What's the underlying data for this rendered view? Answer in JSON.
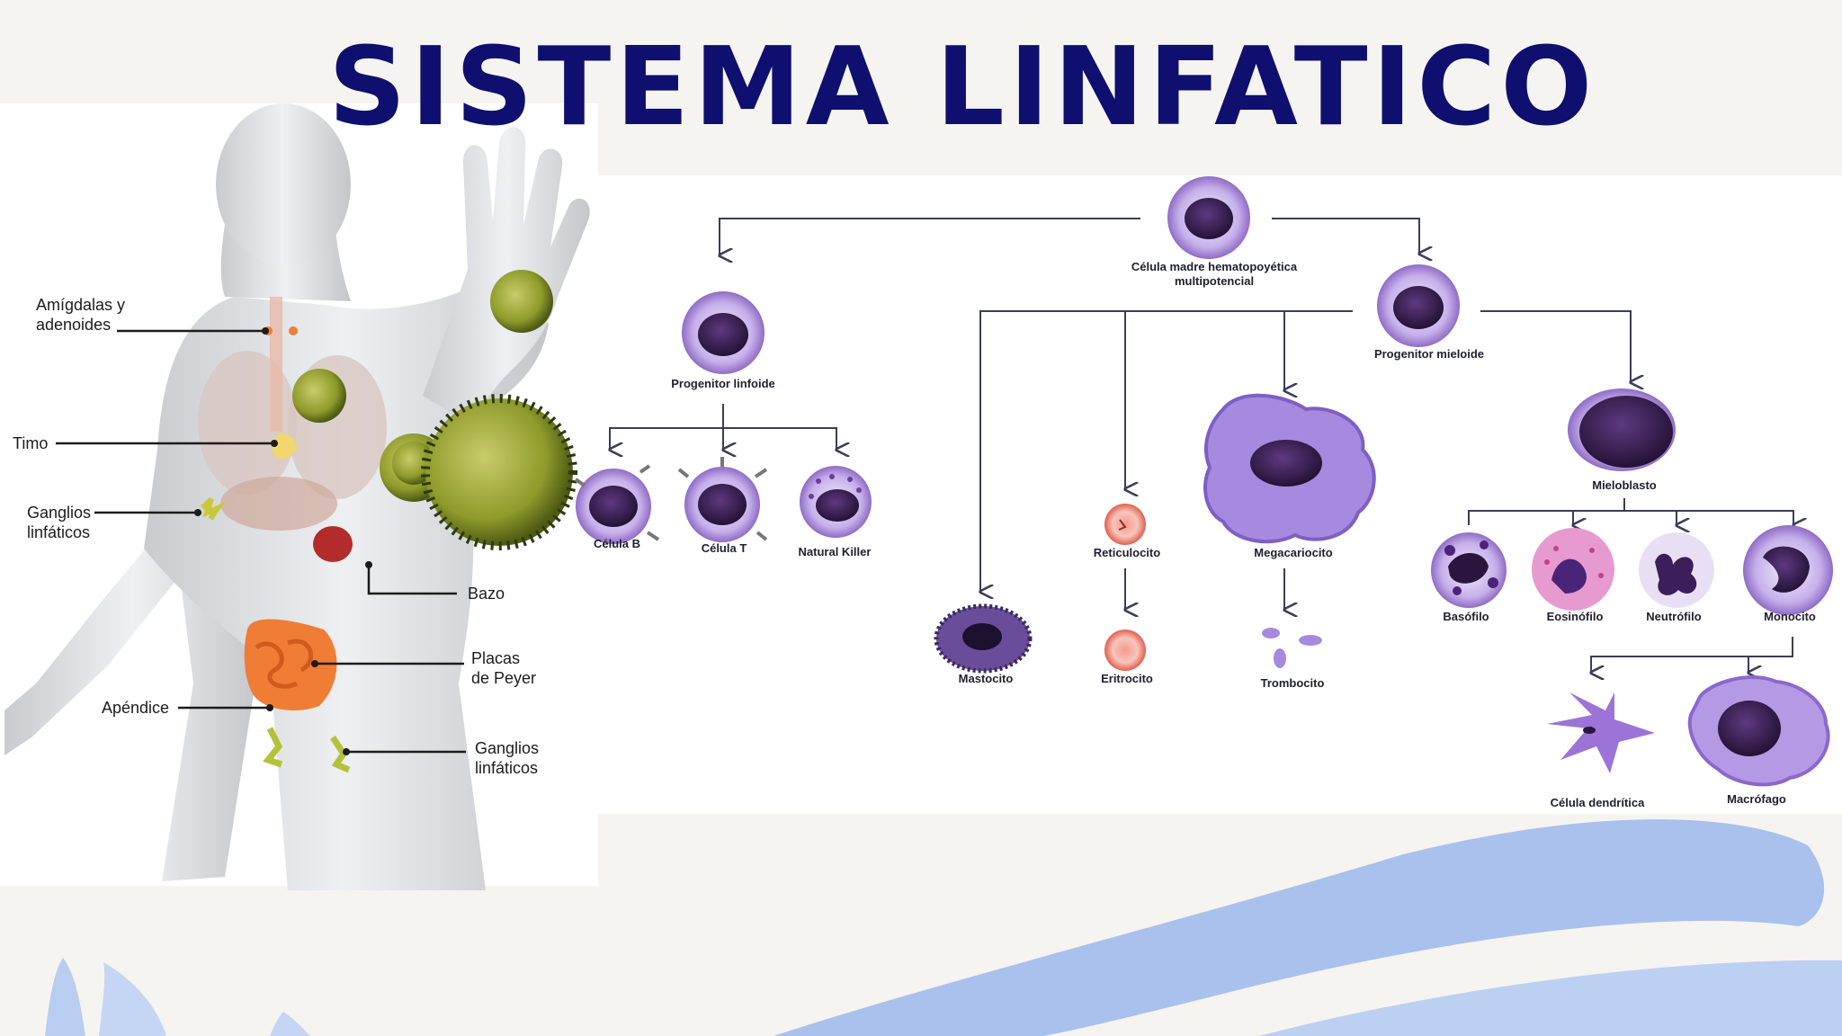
{
  "title": "SISTEMA LINFATICO",
  "colors": {
    "title": "#0e0f6e",
    "cell_membrane": "#a88ad8",
    "nucleus": "#3a1f52",
    "line": "#3b3d5a",
    "wave": "#a9c1ec",
    "organ_orange": "#f07d35",
    "virus_green": "#9aa52b"
  },
  "anatomy_labels": {
    "tonsils": "Amígdalas y\nadenoides",
    "thymus": "Timo",
    "lymph_nodes_upper": "Ganglios\nlinfáticos",
    "spleen": "Bazo",
    "peyer": "Placas\nde Peyer",
    "appendix": "Apéndice",
    "lymph_nodes_lower": "Ganglios\nlinfáticos"
  },
  "cells": {
    "stem": "Célula madre hematopoyética\nmultipotencial",
    "lymphoid_progenitor": "Progenitor linfoide",
    "myeloid_progenitor": "Progenitor mieloide",
    "b_cell": "Célula B",
    "t_cell": "Célula T",
    "nk": "Natural Killer",
    "mast": "Mastocito",
    "reticulocyte": "Reticulocito",
    "erythrocyte": "Eritrocito",
    "megakaryocyte": "Megacariocito",
    "platelets": "Trombocito",
    "myeloblast": "Mieloblasto",
    "basophil": "Basófilo",
    "eosinophil": "Eosinófilo",
    "neutrophil": "Neutrófilo",
    "monocyte": "Monocito",
    "dendritic": "Célula dendrítica",
    "macrophage": "Macrófago"
  }
}
